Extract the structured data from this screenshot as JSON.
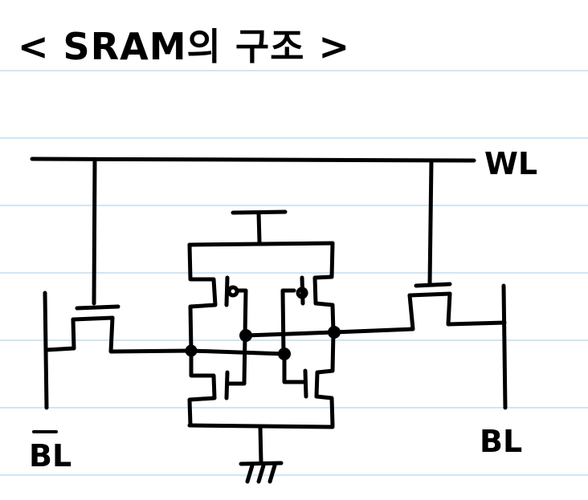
{
  "title": "< SRAM의 구조 >",
  "labels": {
    "word_line": "WL",
    "bit_line": "BL",
    "bit_line_bar": "BL"
  }
}
